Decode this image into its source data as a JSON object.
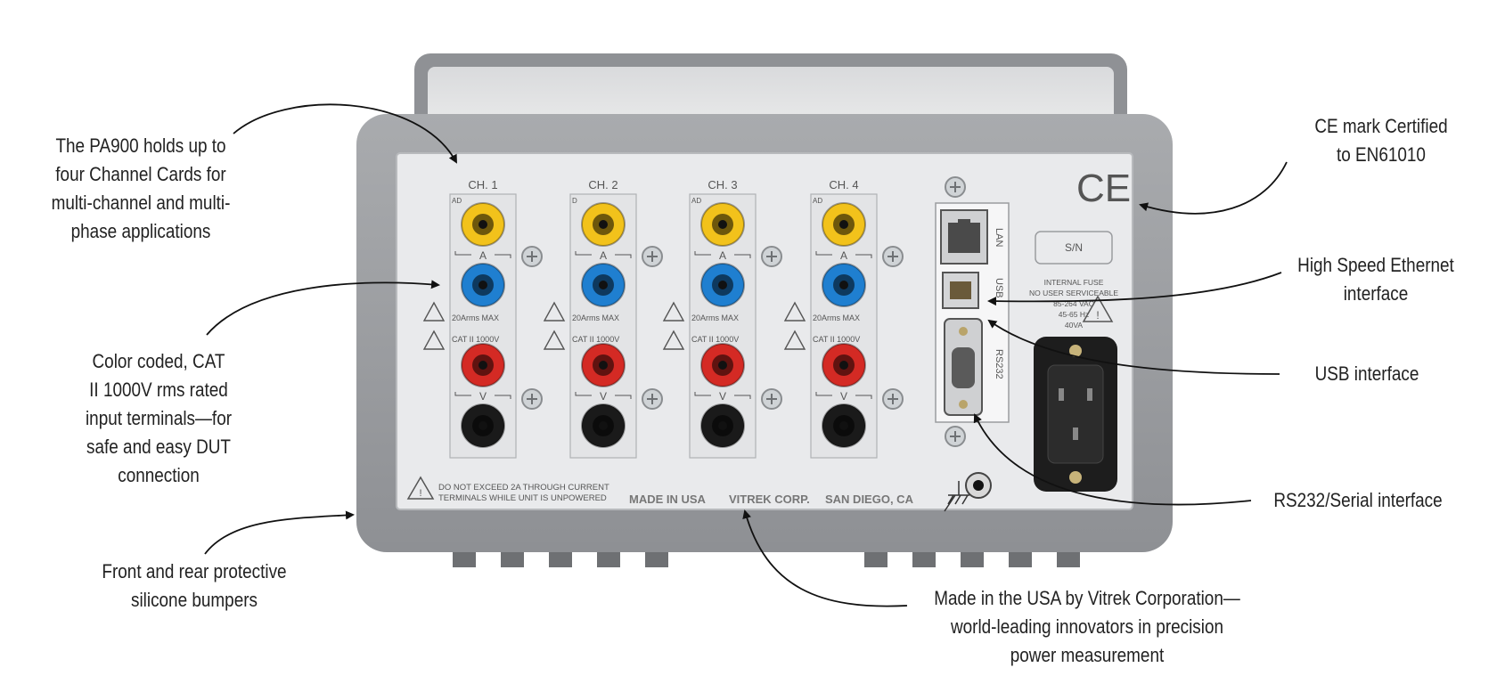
{
  "callouts": {
    "channels": [
      "The PA900 holds up to",
      "four Channel Cards for",
      "multi-channel and multi-",
      "phase applications"
    ],
    "terminals": [
      "Color coded, CAT",
      "II 1000V rms rated",
      "input terminals—for",
      "safe and easy DUT",
      "connection"
    ],
    "bumpers": [
      "Front and rear protective",
      "silicone bumpers"
    ],
    "ce": [
      "CE mark Certified",
      "to EN61010"
    ],
    "ethernet": [
      "High Speed Ethernet",
      "interface"
    ],
    "usb": [
      "USB interface"
    ],
    "rs232": [
      "RS232/Serial interface"
    ],
    "made": [
      "Made in the USA by Vitrek Corporation—",
      "world-leading innovators in precision",
      "power measurement"
    ]
  },
  "panel": {
    "channels": [
      {
        "label": "CH. 1",
        "tag": "AD"
      },
      {
        "label": "CH. 2",
        "tag": "D"
      },
      {
        "label": "CH. 3",
        "tag": "AD"
      },
      {
        "label": "CH. 4",
        "tag": "AD"
      }
    ],
    "current_label": "A",
    "voltage_label": "V",
    "current_max": "20Arms MAX",
    "voltage_rating": "CAT II 1000V",
    "warning_line1": "DO NOT EXCEED 2A THROUGH CURRENT",
    "warning_line2": "TERMINALS WHILE UNIT IS UNPOWERED",
    "made_in_usa": "MADE IN USA",
    "vitrek_corp": "VITREK CORP.",
    "location": "SAN DIEGO, CA",
    "port_lan": "LAN",
    "port_usb": "USB",
    "port_rs232": "RS232",
    "sn_label": "S/N",
    "ce_mark": "CE",
    "fuse_info": [
      "INTERNAL FUSE",
      "NO USER SERVICEABLE",
      "85-264 VAC",
      "45-65 Hz",
      "40VA"
    ]
  },
  "colors": {
    "bumper": "#9c9ea1",
    "panel": "#e9eaec",
    "yellow_terminal": "#f2c21b",
    "blue_terminal": "#1f7fd0",
    "red_terminal": "#d42a24",
    "black_terminal": "#1a1a1a"
  }
}
